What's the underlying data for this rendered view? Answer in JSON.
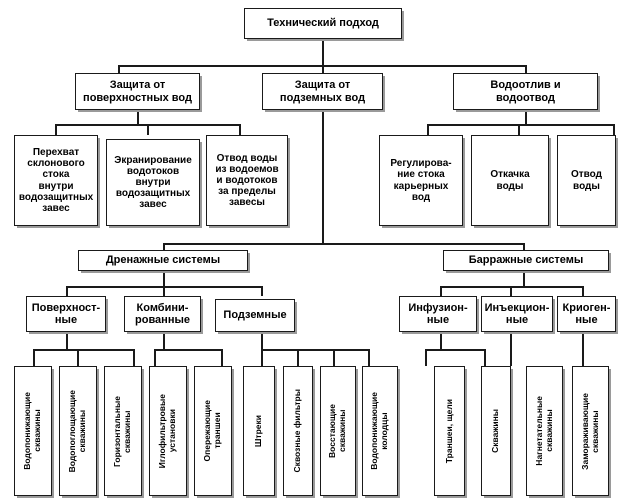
{
  "diagram": {
    "title_root": "Технический подход",
    "level2": [
      {
        "id": "surface-protection",
        "label": "Защита от\nповерхностных вод"
      },
      {
        "id": "groundwater-protection",
        "label": "Защита от\nподземных вод"
      },
      {
        "id": "dewatering-drainage",
        "label": "Водоотлив и\nводоотвод"
      }
    ],
    "level3_left": [
      {
        "id": "slope-runoff-interception",
        "label": "Перехват\nсклонового\nстока\nвнутри\nводозащитных\nзавес"
      },
      {
        "id": "watercourse-screening",
        "label": "Экранирование\nводотоков\nвнутри\nводозащитных\nзавес"
      },
      {
        "id": "water-diversion-outside",
        "label": "Отвод воды\nиз водоемов\nи водотоков\nза пределы\nзавесы"
      }
    ],
    "level3_right": [
      {
        "id": "quarry-runoff-regulation",
        "label": "Регулирова-\nние стока\nкарьерных\nвод"
      },
      {
        "id": "water-pumping",
        "label": "Откачка\nводы"
      },
      {
        "id": "water-outlet",
        "label": "Отвод\nводы"
      }
    ],
    "systems": [
      {
        "id": "drainage-systems",
        "label": "Дренажные системы"
      },
      {
        "id": "barrage-systems",
        "label": "Барражные системы"
      }
    ],
    "drainage_types": [
      {
        "id": "surface-type",
        "label": "Поверхност-\nные"
      },
      {
        "id": "combined-type",
        "label": "Комбини-\nрованные"
      },
      {
        "id": "underground-type",
        "label": "Подземные"
      }
    ],
    "barrage_types": [
      {
        "id": "infusion-type",
        "label": "Инфузион-\nные"
      },
      {
        "id": "injection-type",
        "label": "Инъекцион-\nные"
      },
      {
        "id": "cryogenic-type",
        "label": "Криоген-\nные"
      }
    ],
    "drainage_leaves": [
      {
        "id": "water-lowering-wells",
        "label": "Водопонижающие\nскважины"
      },
      {
        "id": "water-absorbing-wells",
        "label": "Водопоглощающие\nскважины"
      },
      {
        "id": "horizontal-wells",
        "label": "Горизонтальные\nскважины"
      },
      {
        "id": "wellpoint-installations",
        "label": "Иглофильтровые\nустановки"
      },
      {
        "id": "advance-trenches",
        "label": "Опережающие\nтраншеи"
      },
      {
        "id": "drifts",
        "label": "Штреки"
      },
      {
        "id": "through-filters",
        "label": "Сквозные фильтры"
      },
      {
        "id": "ascending-wells",
        "label": "Восстающие\nскважины"
      },
      {
        "id": "water-lowering-shafts",
        "label": "Водопонижающие\nколодцы"
      }
    ],
    "barrage_leaves": [
      {
        "id": "trenches-slots",
        "label": "Траншеи, щели"
      },
      {
        "id": "boreholes",
        "label": "Скважины"
      },
      {
        "id": "injection-wells",
        "label": "Нагнетательные\nскважины"
      },
      {
        "id": "freezing-wells",
        "label": "Замораживающие\nскважины"
      }
    ]
  },
  "colors": {
    "stroke": "#1a1a1a",
    "background": "#ffffff",
    "shadow": "#9a9a9a"
  }
}
